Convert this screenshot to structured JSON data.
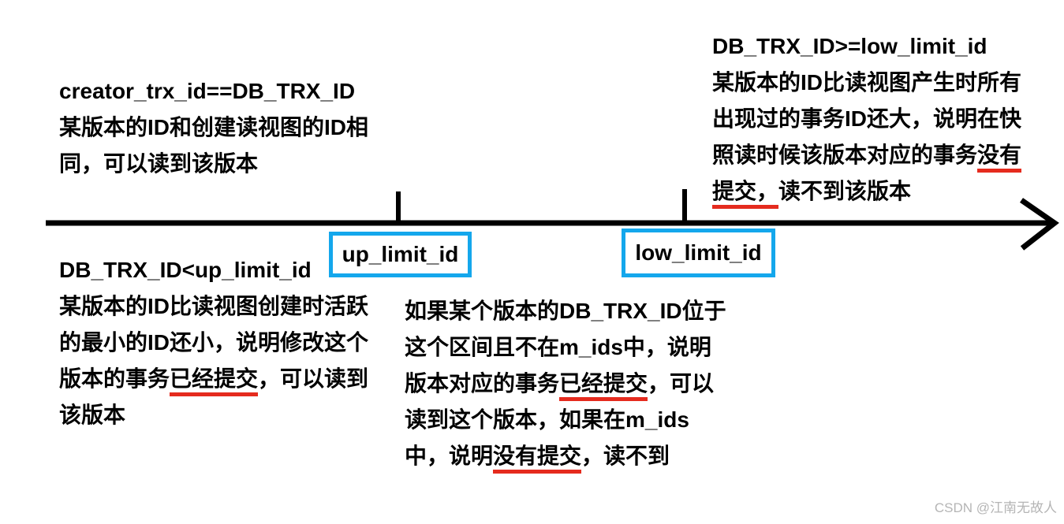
{
  "diagram": {
    "top_left": {
      "line1": "creator_trx_id==DB_TRX_ID",
      "line2": "某版本的ID和创建读视图的ID相",
      "line3": "同，可以读到该版本"
    },
    "top_right": {
      "line1": "DB_TRX_ID>=low_limit_id",
      "line2": "某版本的ID比读视图产生时所有",
      "line3": "出现过的事务ID还大，说明在快",
      "line4_pre": "照读时候该版本对应的事务",
      "line4_u": "没有",
      "line5_u": "提交，",
      "line5_post": "读不到该版本"
    },
    "bottom_left": {
      "line1": "DB_TRX_ID<up_limit_id",
      "line2": "某版本的ID比读视图创建时活跃",
      "line3": "的最小的ID还小，说明修改这个",
      "line4_pre": "版本的事务",
      "line4_u": "已经提交",
      "line4_post": "，可以读到",
      "line5": "该版本"
    },
    "middle": {
      "line1": "如果某个版本的DB_TRX_ID位于",
      "line2": "这个区间且不在m_ids中，说明",
      "line3_pre": "版本对应的事务",
      "line3_u": "已经提交",
      "line3_post": "，可以",
      "line4": "读到这个版本，如果在m_ids",
      "line5_pre": "中，说明",
      "line5_u": "没有提交",
      "line5_post": "，读不到"
    },
    "labels": {
      "up_limit": "up_limit_id",
      "low_limit": "low_limit_id"
    },
    "watermark": "CSDN @江南无故人",
    "colors": {
      "text": "#000000",
      "box_border": "#14a7ec",
      "underline": "#e52b1e",
      "axis": "#000000",
      "watermark": "#b5b5b5"
    }
  }
}
